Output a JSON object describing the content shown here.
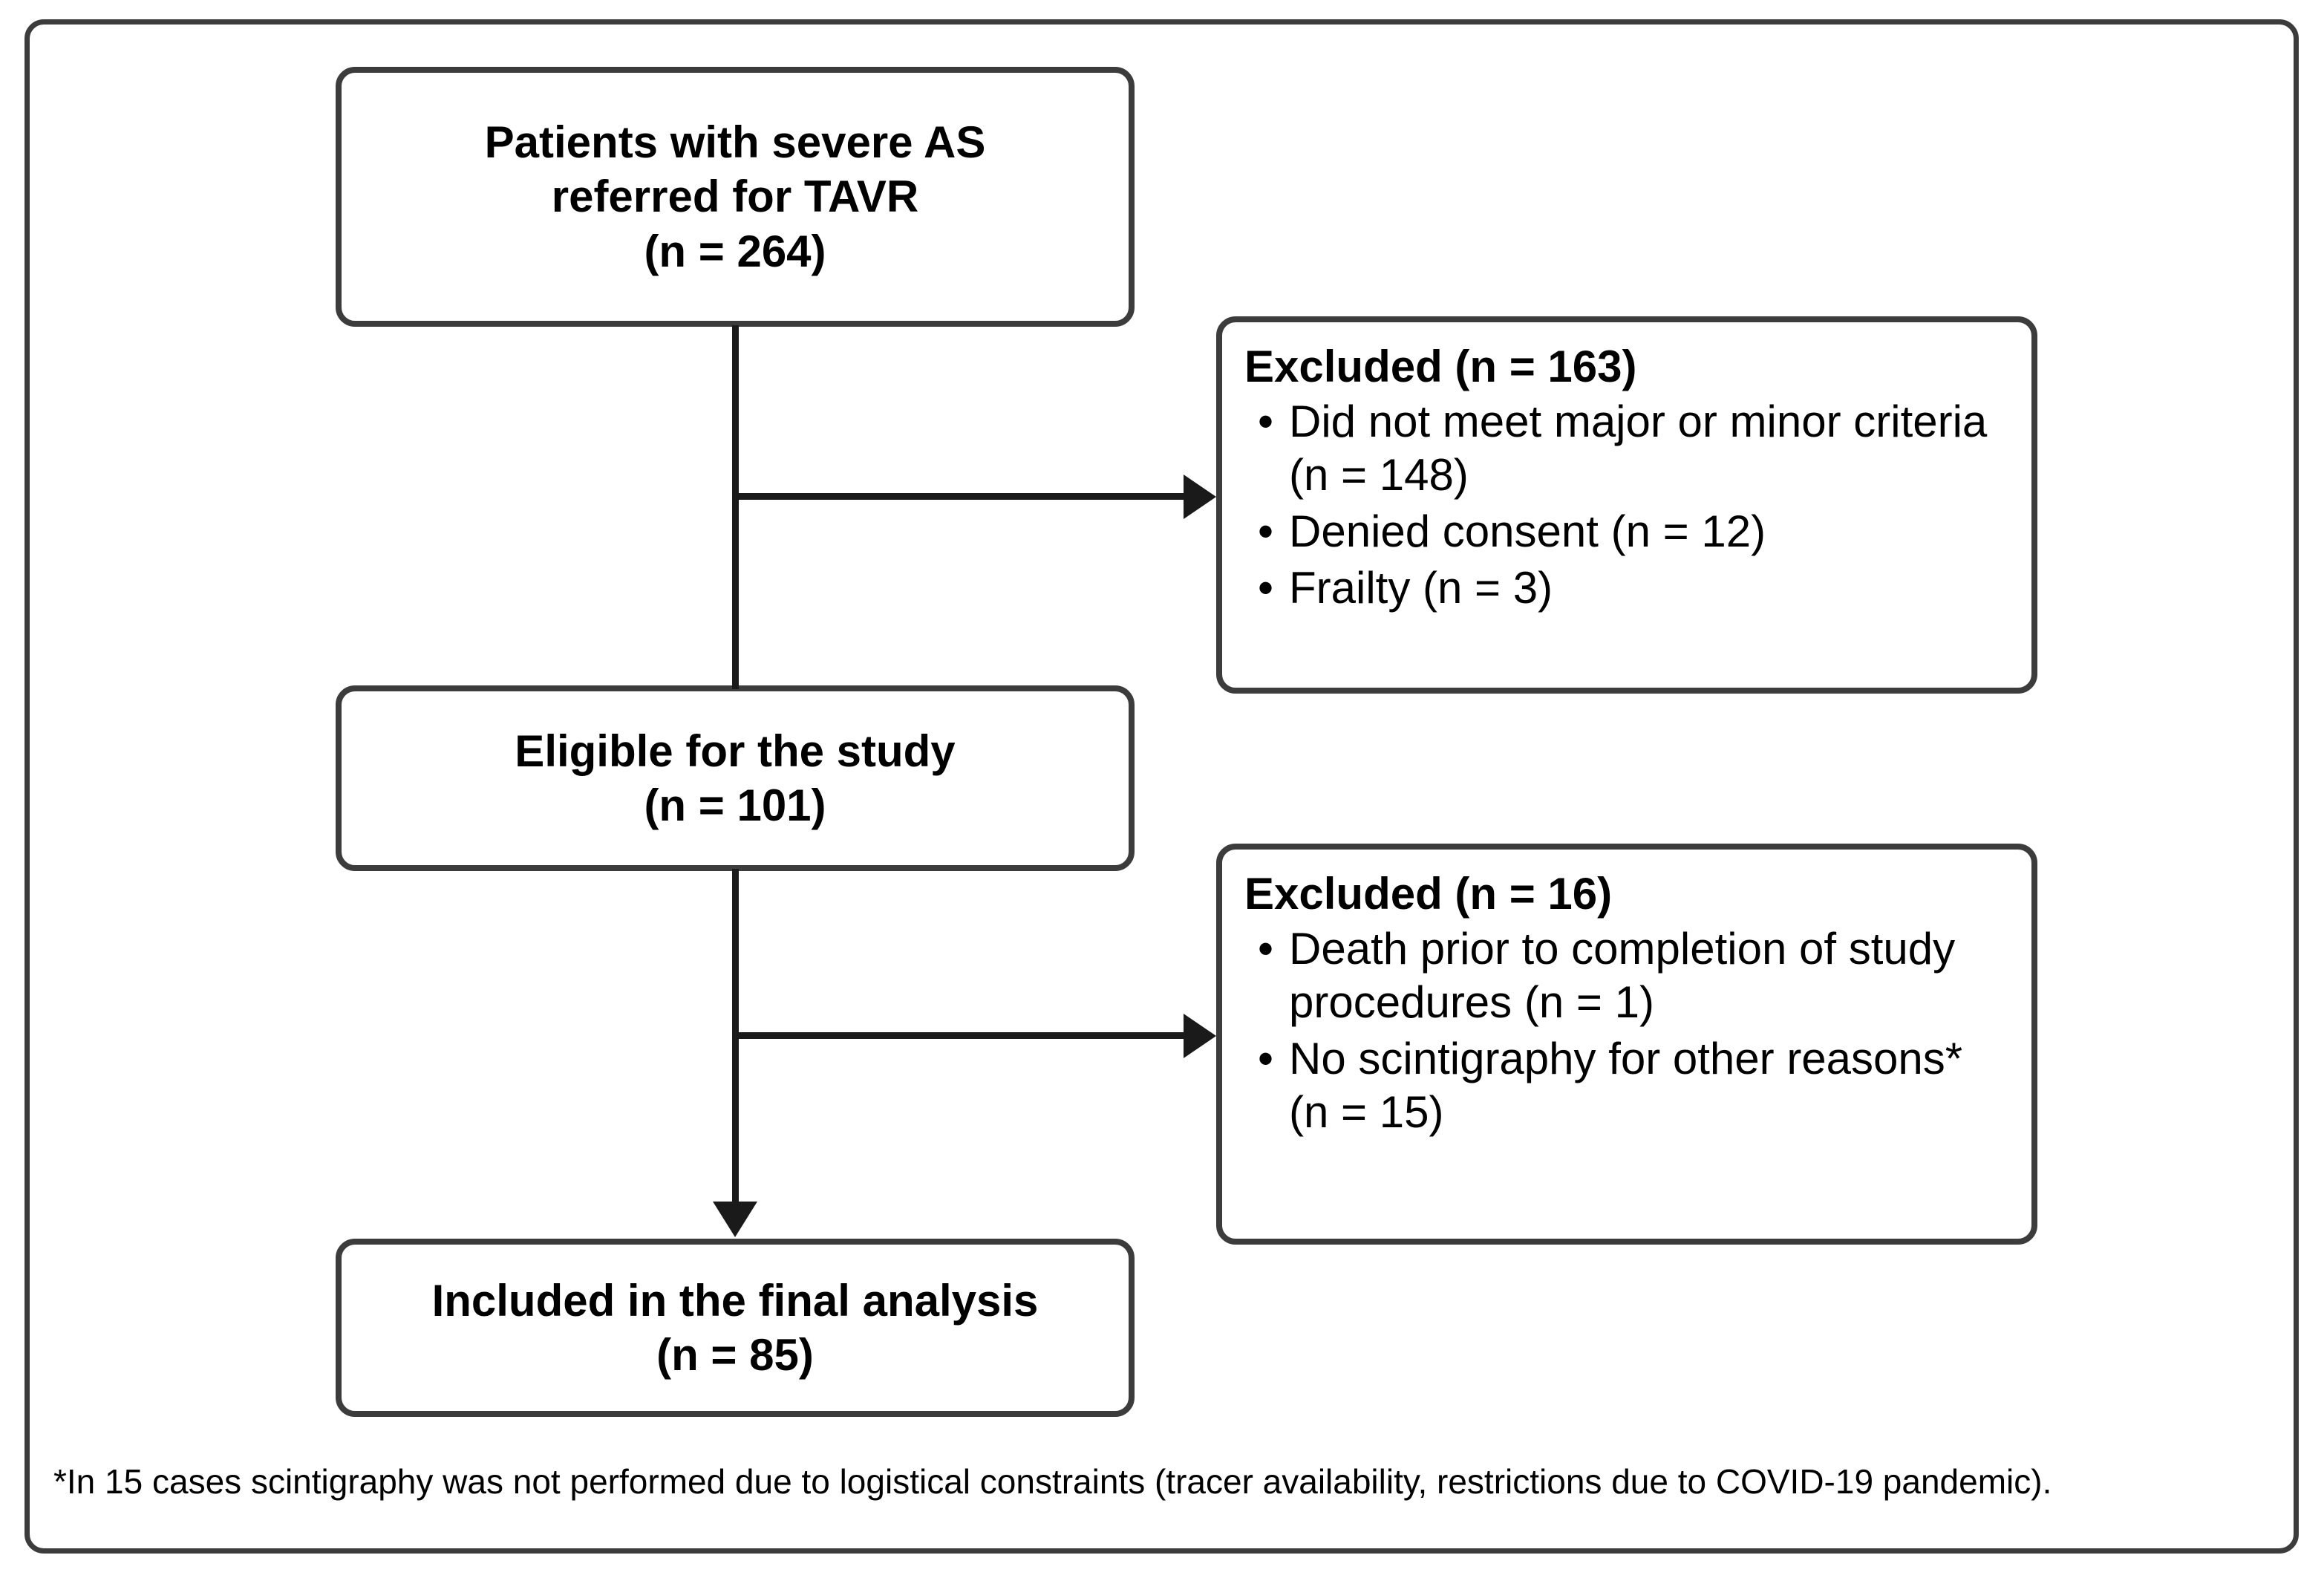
{
  "figure": {
    "type": "flowchart",
    "orientation": "vertical",
    "colors": {
      "frame_border": "#3c3c3c",
      "box_border": "#3c3c3c",
      "box_fill": "#ffffff",
      "connector": "#1a1a1a",
      "text": "#000000",
      "background": "#ffffff"
    }
  },
  "nodes": {
    "enrolled": {
      "line1": "Patients with severe AS",
      "line2": "referred for TAVR",
      "line3": "(n = 264)",
      "n": 264
    },
    "eligible": {
      "line1": "Eligible for the study",
      "line2": "(n = 101)",
      "n": 101
    },
    "included": {
      "line1": "Included in the final analysis",
      "line2": "(n = 85)",
      "n": 85
    },
    "excluded_1": {
      "title": "Excluded (n = 163)",
      "n": 163,
      "bullet_glyph": "•",
      "reasons": [
        {
          "text": "Did not meet major or minor criteria (n = 148)",
          "n": 148
        },
        {
          "text": "Denied consent (n = 12)",
          "n": 12
        },
        {
          "text": "Frailty (n = 3)",
          "n": 3
        }
      ]
    },
    "excluded_2": {
      "title": "Excluded (n = 16)",
      "n": 16,
      "bullet_glyph": "•",
      "reasons": [
        {
          "text": "Death prior to completion of study procedures (n = 1)",
          "n": 1
        },
        {
          "text": "No scintigraphy for other reasons* (n = 15)",
          "n": 15
        }
      ]
    }
  },
  "footnote": {
    "text": "*In 15 cases scintigraphy was not performed due to logistical constraints (tracer availability, restrictions due to COVID-19 pandemic)."
  },
  "edges": [
    {
      "from": "enrolled",
      "to": "eligible",
      "kind": "vertical"
    },
    {
      "from": "enrolled",
      "to": "excluded_1",
      "kind": "branch-right-arrow"
    },
    {
      "from": "eligible",
      "to": "included",
      "kind": "vertical-arrow"
    },
    {
      "from": "eligible",
      "to": "excluded_2",
      "kind": "branch-right-arrow"
    }
  ]
}
